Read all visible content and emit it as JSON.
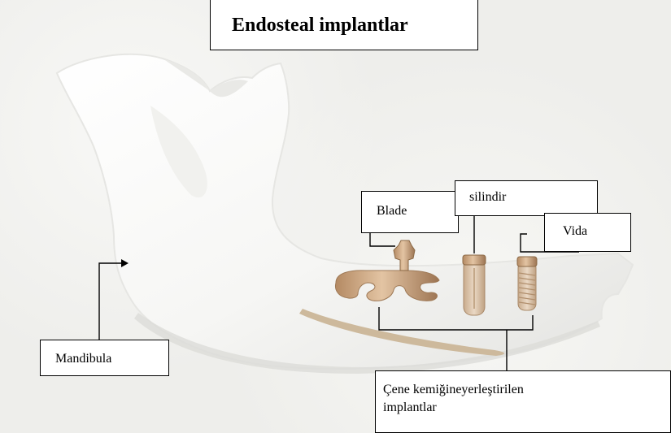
{
  "title": "Endosteal implantlar",
  "labels": {
    "blade": "Blade",
    "silindir": "silindir",
    "vida": "Vida",
    "mandibula": "Mandibula",
    "cene_line1": "Çene kemiğineyerleştirilen",
    "cene_line2": "implantlar"
  },
  "colors": {
    "bone": "#fbfbfa",
    "bone_shadow": "#d9d9d6",
    "implant": "#c9a17b",
    "implant_dark": "#8c6a47",
    "nerve_canal": "#cdb99c"
  }
}
